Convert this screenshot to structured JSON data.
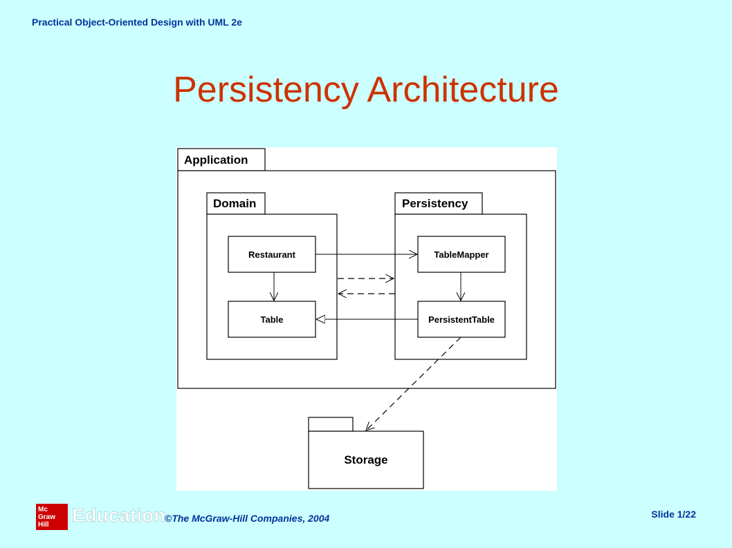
{
  "header": {
    "course_title": "Practical Object-Oriented Design with UML 2e"
  },
  "slide": {
    "title": "Persistency Architecture"
  },
  "diagram": {
    "packages": {
      "application": "Application",
      "domain": "Domain",
      "persistency": "Persistency",
      "storage": "Storage"
    },
    "classes": {
      "restaurant": "Restaurant",
      "table": "Table",
      "table_mapper": "TableMapper",
      "persistent_table": "PersistentTable"
    }
  },
  "footer": {
    "logo_lines": [
      "Mc",
      "Graw",
      "Hill"
    ],
    "logo_word": "Education",
    "copyright": "©The McGraw-Hill Companies, 2004",
    "slide_number": "Slide 1/22"
  }
}
